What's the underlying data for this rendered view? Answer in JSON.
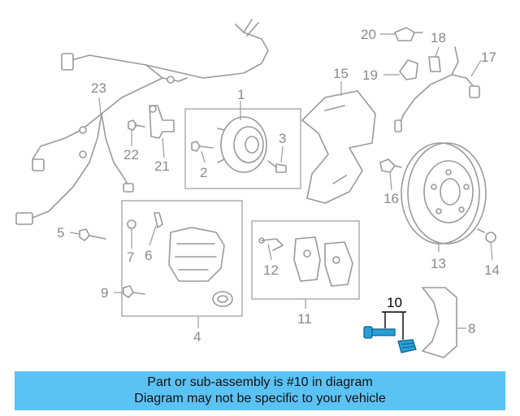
{
  "diagram": {
    "highlight_color": "#2a9fd6",
    "callouts": [
      {
        "id": "1",
        "label": "1"
      },
      {
        "id": "2",
        "label": "2"
      },
      {
        "id": "3",
        "label": "3"
      },
      {
        "id": "4",
        "label": "4"
      },
      {
        "id": "5",
        "label": "5"
      },
      {
        "id": "6",
        "label": "6"
      },
      {
        "id": "7",
        "label": "7"
      },
      {
        "id": "8",
        "label": "8"
      },
      {
        "id": "9",
        "label": "9"
      },
      {
        "id": "10",
        "label": "10"
      },
      {
        "id": "11",
        "label": "11"
      },
      {
        "id": "12",
        "label": "12"
      },
      {
        "id": "13",
        "label": "13"
      },
      {
        "id": "14",
        "label": "14"
      },
      {
        "id": "15",
        "label": "15"
      },
      {
        "id": "16",
        "label": "16"
      },
      {
        "id": "17",
        "label": "17"
      },
      {
        "id": "18",
        "label": "18"
      },
      {
        "id": "19",
        "label": "19"
      },
      {
        "id": "20",
        "label": "20"
      },
      {
        "id": "21",
        "label": "21"
      },
      {
        "id": "22",
        "label": "22"
      },
      {
        "id": "23",
        "label": "23"
      }
    ]
  },
  "banner": {
    "background": "#5bc2f4",
    "line1": "Part or sub-assembly is #10 in diagram",
    "line2": "Diagram may not be specific to your vehicle"
  }
}
